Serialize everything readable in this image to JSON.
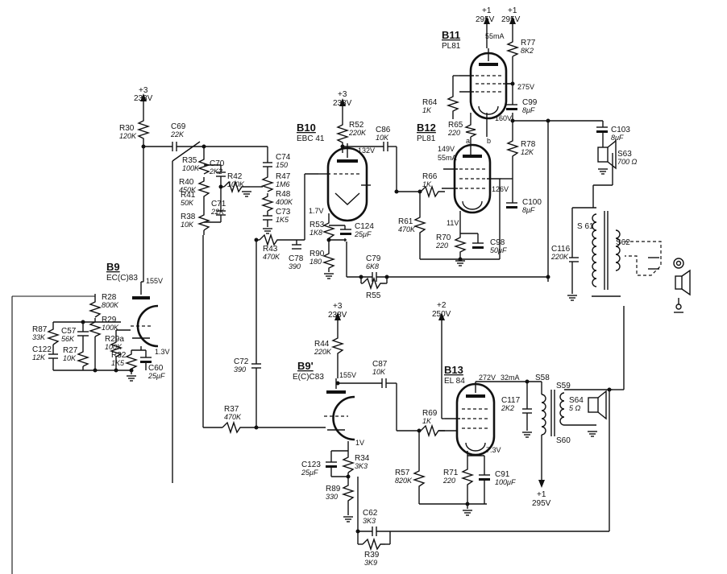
{
  "tubes": [
    {
      "id": "B9",
      "type": "EC(C)83"
    },
    {
      "id": "B9'",
      "type": "E(C)C83"
    },
    {
      "id": "B10",
      "type": "EBC 41"
    },
    {
      "id": "B11",
      "type": "PL81"
    },
    {
      "id": "B12",
      "type": "PL81"
    },
    {
      "id": "B13",
      "type": "EL 84"
    }
  ],
  "supplies": [
    {
      "node": "+3",
      "voltage": "238V"
    },
    {
      "node": "+3",
      "voltage": "238V"
    },
    {
      "node": "+3",
      "voltage": "238V"
    },
    {
      "node": "+1",
      "voltage": "295V"
    },
    {
      "node": "+1",
      "voltage": "295V"
    },
    {
      "node": "+2",
      "voltage": "250V"
    },
    {
      "node": "+1",
      "voltage": "295V"
    }
  ],
  "components": [
    {
      "ref": "R30",
      "value": "120K"
    },
    {
      "ref": "C69",
      "value": "22K"
    },
    {
      "ref": "R35",
      "value": "100K"
    },
    {
      "ref": "C70",
      "value": "2K2"
    },
    {
      "ref": "R42",
      "value": "100K"
    },
    {
      "ref": "C74",
      "value": "150"
    },
    {
      "ref": "R47",
      "value": "1M6"
    },
    {
      "ref": "R48",
      "value": "400K"
    },
    {
      "ref": "C73",
      "value": "1K5"
    },
    {
      "ref": "R40",
      "value": "450K"
    },
    {
      "ref": "R41",
      "value": "50K"
    },
    {
      "ref": "C71",
      "value": "22K"
    },
    {
      "ref": "R38",
      "value": "10K"
    },
    {
      "ref": "R43",
      "value": "470K"
    },
    {
      "ref": "C78",
      "value": "390"
    },
    {
      "ref": "R52",
      "value": "220K"
    },
    {
      "ref": "C86",
      "value": "10K"
    },
    {
      "ref": "R53",
      "value": "1K8"
    },
    {
      "ref": "R90",
      "value": "180"
    },
    {
      "ref": "C124",
      "value": "25μF"
    },
    {
      "ref": "C79",
      "value": "6K8"
    },
    {
      "ref": "R55",
      "value": ""
    },
    {
      "ref": "R77",
      "value": "8K2"
    },
    {
      "ref": "R64",
      "value": "1K"
    },
    {
      "ref": "C99",
      "value": "8μF"
    },
    {
      "ref": "R65",
      "value": "220"
    },
    {
      "ref": "R78",
      "value": "12K"
    },
    {
      "ref": "R66",
      "value": "1K"
    },
    {
      "ref": "R61",
      "value": "470K"
    },
    {
      "ref": "R70",
      "value": "220"
    },
    {
      "ref": "C98",
      "value": "50μF"
    },
    {
      "ref": "C100",
      "value": "8μF"
    },
    {
      "ref": "C103",
      "value": "8μF"
    },
    {
      "ref": "S63",
      "value": "700 Ω"
    },
    {
      "ref": "C116",
      "value": "220K"
    },
    {
      "ref": "R28",
      "value": "800K"
    },
    {
      "ref": "R29",
      "value": "100K"
    },
    {
      "ref": "R87",
      "value": "33K"
    },
    {
      "ref": "C57",
      "value": "56K"
    },
    {
      "ref": "C122",
      "value": "12K"
    },
    {
      "ref": "R27",
      "value": "10K"
    },
    {
      "ref": "R29a",
      "value": "100K"
    },
    {
      "ref": "R32",
      "value": "1K5"
    },
    {
      "ref": "C60",
      "value": "25μF"
    },
    {
      "ref": "C72",
      "value": "390"
    },
    {
      "ref": "R37",
      "value": "470K"
    },
    {
      "ref": "R44",
      "value": "220K"
    },
    {
      "ref": "C87",
      "value": "10K"
    },
    {
      "ref": "C123",
      "value": "25μF"
    },
    {
      "ref": "R34",
      "value": "3K3"
    },
    {
      "ref": "R89",
      "value": "330"
    },
    {
      "ref": "C62",
      "value": "3K3"
    },
    {
      "ref": "R39",
      "value": "3K9"
    },
    {
      "ref": "R69",
      "value": "1K"
    },
    {
      "ref": "R57",
      "value": "820K"
    },
    {
      "ref": "R71",
      "value": "220"
    },
    {
      "ref": "C91",
      "value": "100μF"
    },
    {
      "ref": "C117",
      "value": "2K2"
    },
    {
      "ref": "S64",
      "value": "5 Ω"
    }
  ],
  "annotations": {
    "b9_anode": "155V",
    "b9_cathode": "1.3V",
    "b9p_anode": "155V",
    "b9p_cathode": "1V",
    "b10_anode": "132V",
    "b10_cathode": "1.7V",
    "b11_current": "55mA",
    "b11_screen": "275V",
    "b11_cathode": "160V",
    "b12_current": "55mA",
    "b12_anode": "149V",
    "b12_screen": "126V",
    "b12_cathode": "11V",
    "b13_anode": "272V",
    "b13_current": "32mA",
    "b13_cathode": "7.3V",
    "s61": "S 61",
    "s62": "S62",
    "s58": "S58",
    "s59": "S59",
    "s60": "S60",
    "pin_a": "a",
    "pin_b": "b"
  }
}
